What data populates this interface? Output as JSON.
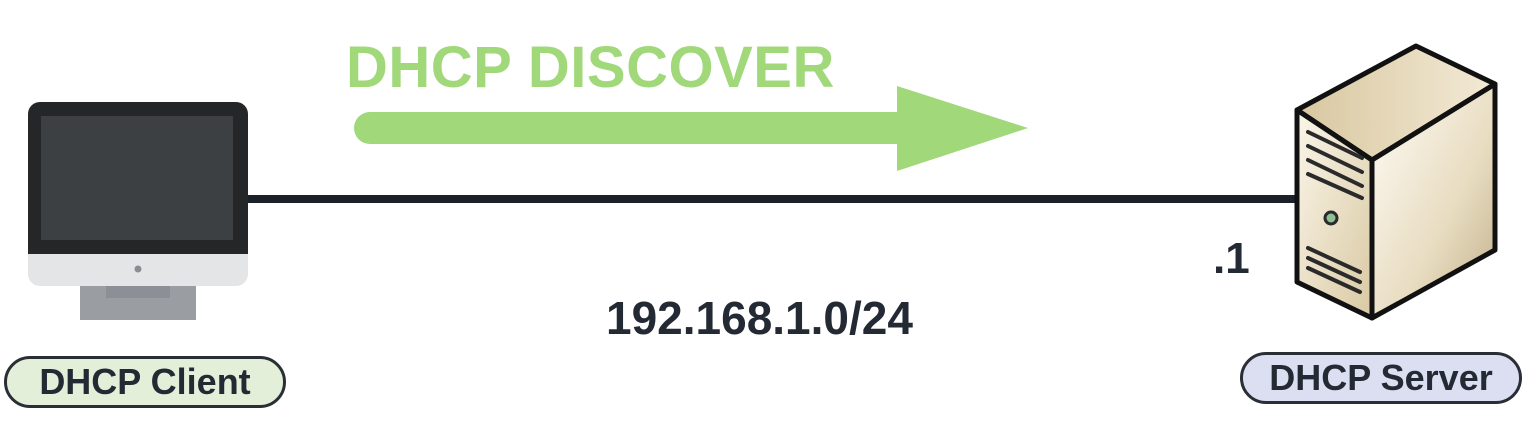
{
  "message": {
    "label": "DHCP DISCOVER",
    "direction": "client-to-server",
    "color": "#a0d87a"
  },
  "network": {
    "subnet": "192.168.1.0/24",
    "link_color": "#1c2128"
  },
  "client": {
    "label": "DHCP Client",
    "icon": "desktop-monitor-icon",
    "label_bg": "#e3efd9"
  },
  "server": {
    "label": "DHCP Server",
    "host_address": ".1",
    "icon": "tower-server-icon",
    "label_bg": "#dcdff2"
  }
}
